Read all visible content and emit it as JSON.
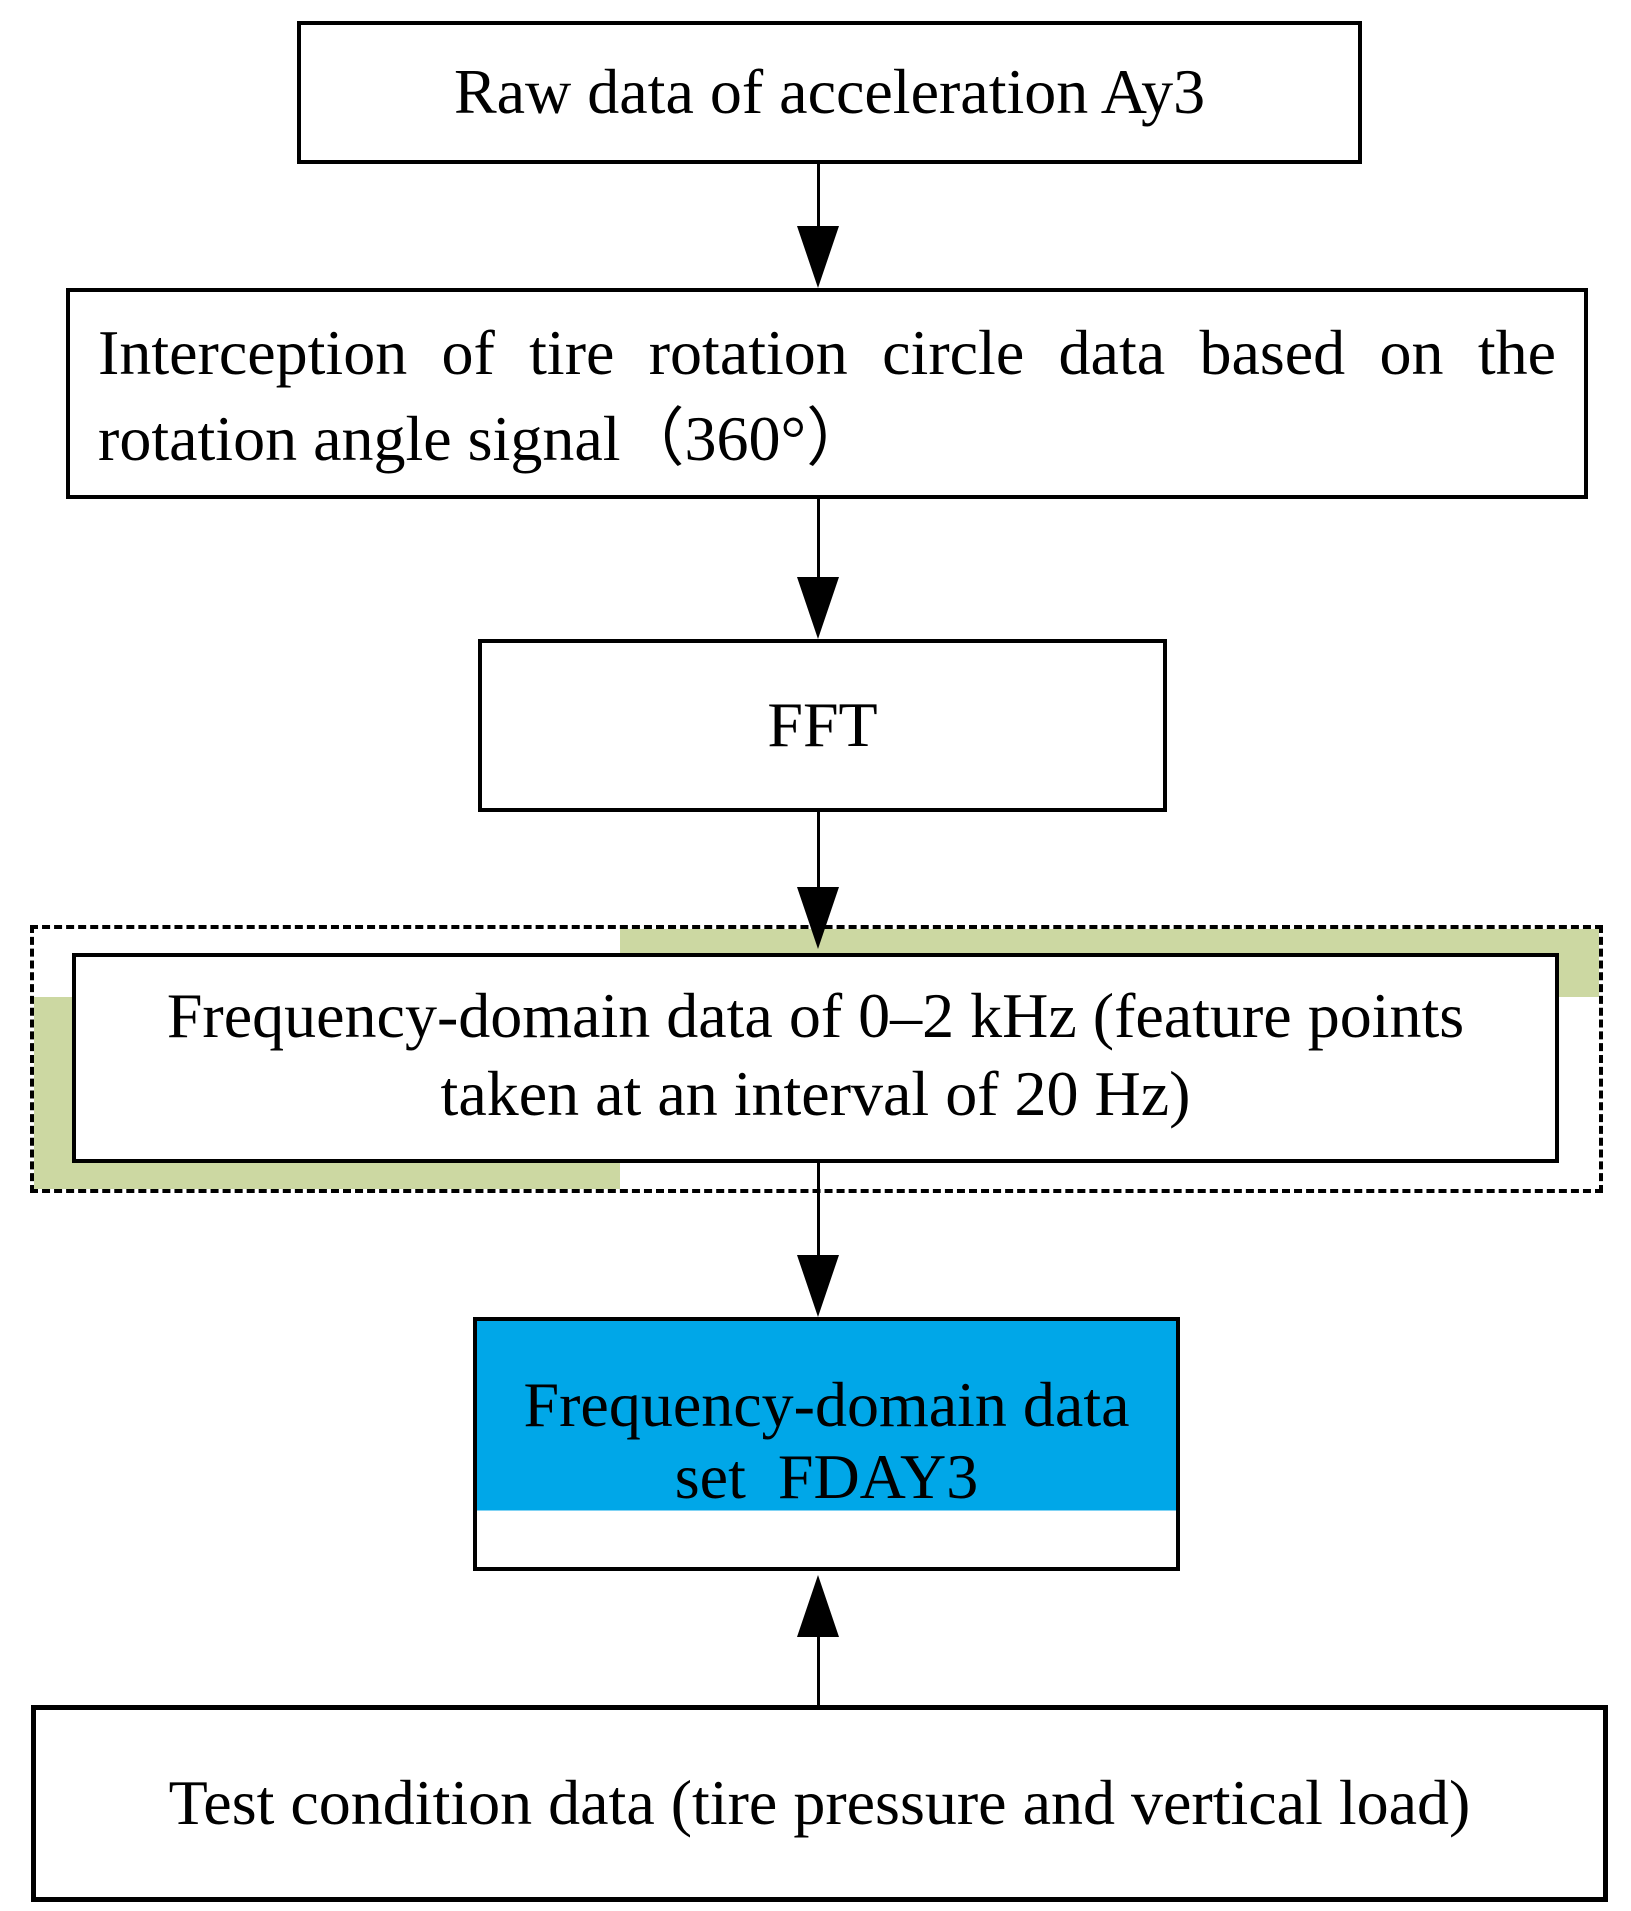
{
  "diagram": {
    "type": "flowchart",
    "description": "Frequency-domain data set FDAY3 generation flowchart"
  },
  "colors": {
    "highlight_green": "#ccd8a2",
    "fday_blue": "#00a7e8",
    "line_black": "#000000",
    "background": "#ffffff"
  },
  "nodes": {
    "raw": {
      "text": "Raw data of acceleration Ay3"
    },
    "interception": {
      "line1": "Interception of  tire rotation circle data based on the",
      "line2": "rotation angle signal（360°）"
    },
    "fft": {
      "text": "FFT"
    },
    "freq": {
      "line1": "Frequency-domain data of 0–2 kHz (feature points",
      "line2": "taken at an interval of 20 Hz)"
    },
    "fday": {
      "line1": "Frequency-domain data",
      "line2": "set  FDAY3"
    },
    "test": {
      "text": "Test condition data (tire pressure and vertical load)"
    }
  }
}
